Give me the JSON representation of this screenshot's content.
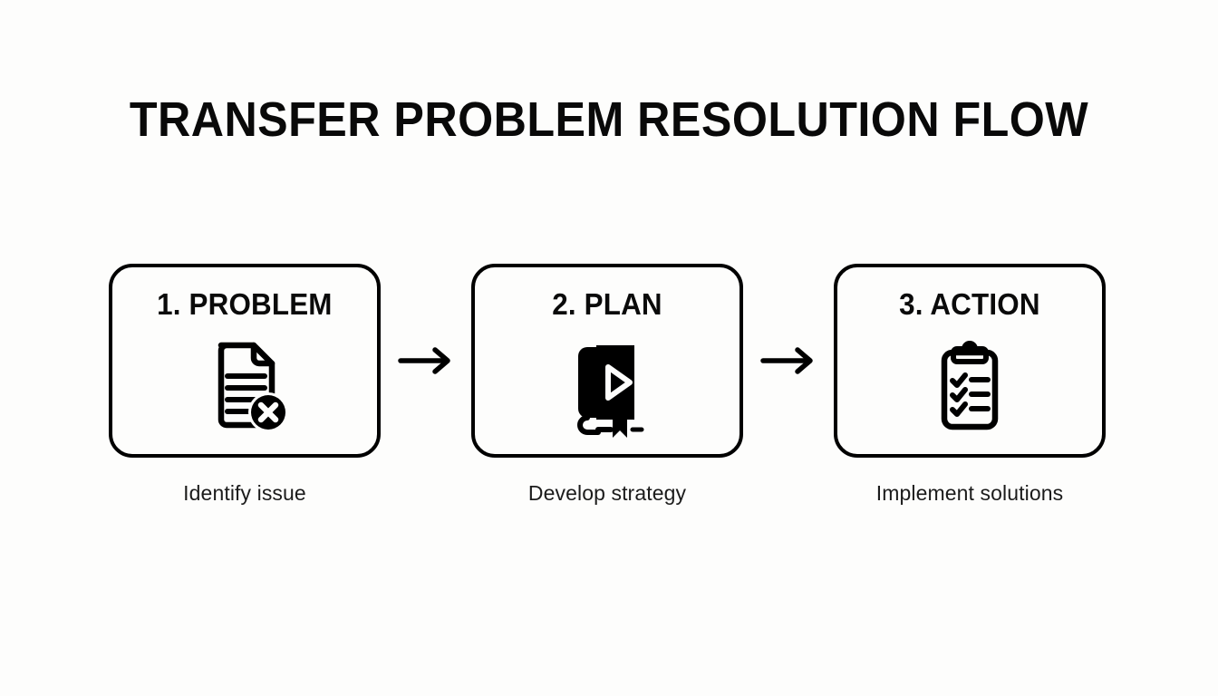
{
  "page": {
    "title": "TRANSFER PROBLEM RESOLUTION FLOW",
    "background_color": "#fdfdfc",
    "ink_color": "#0a0a0a"
  },
  "flow": {
    "connector_icon": "arrow-right-icon",
    "steps": [
      {
        "title": "1. PROBLEM",
        "caption": "Identify issue",
        "icon": "document-error-icon"
      },
      {
        "title": "2. PLAN",
        "caption": "Develop strategy",
        "icon": "book-play-icon"
      },
      {
        "title": "3. ACTION",
        "caption": "Implement solutions",
        "icon": "clipboard-checklist-icon"
      }
    ]
  }
}
